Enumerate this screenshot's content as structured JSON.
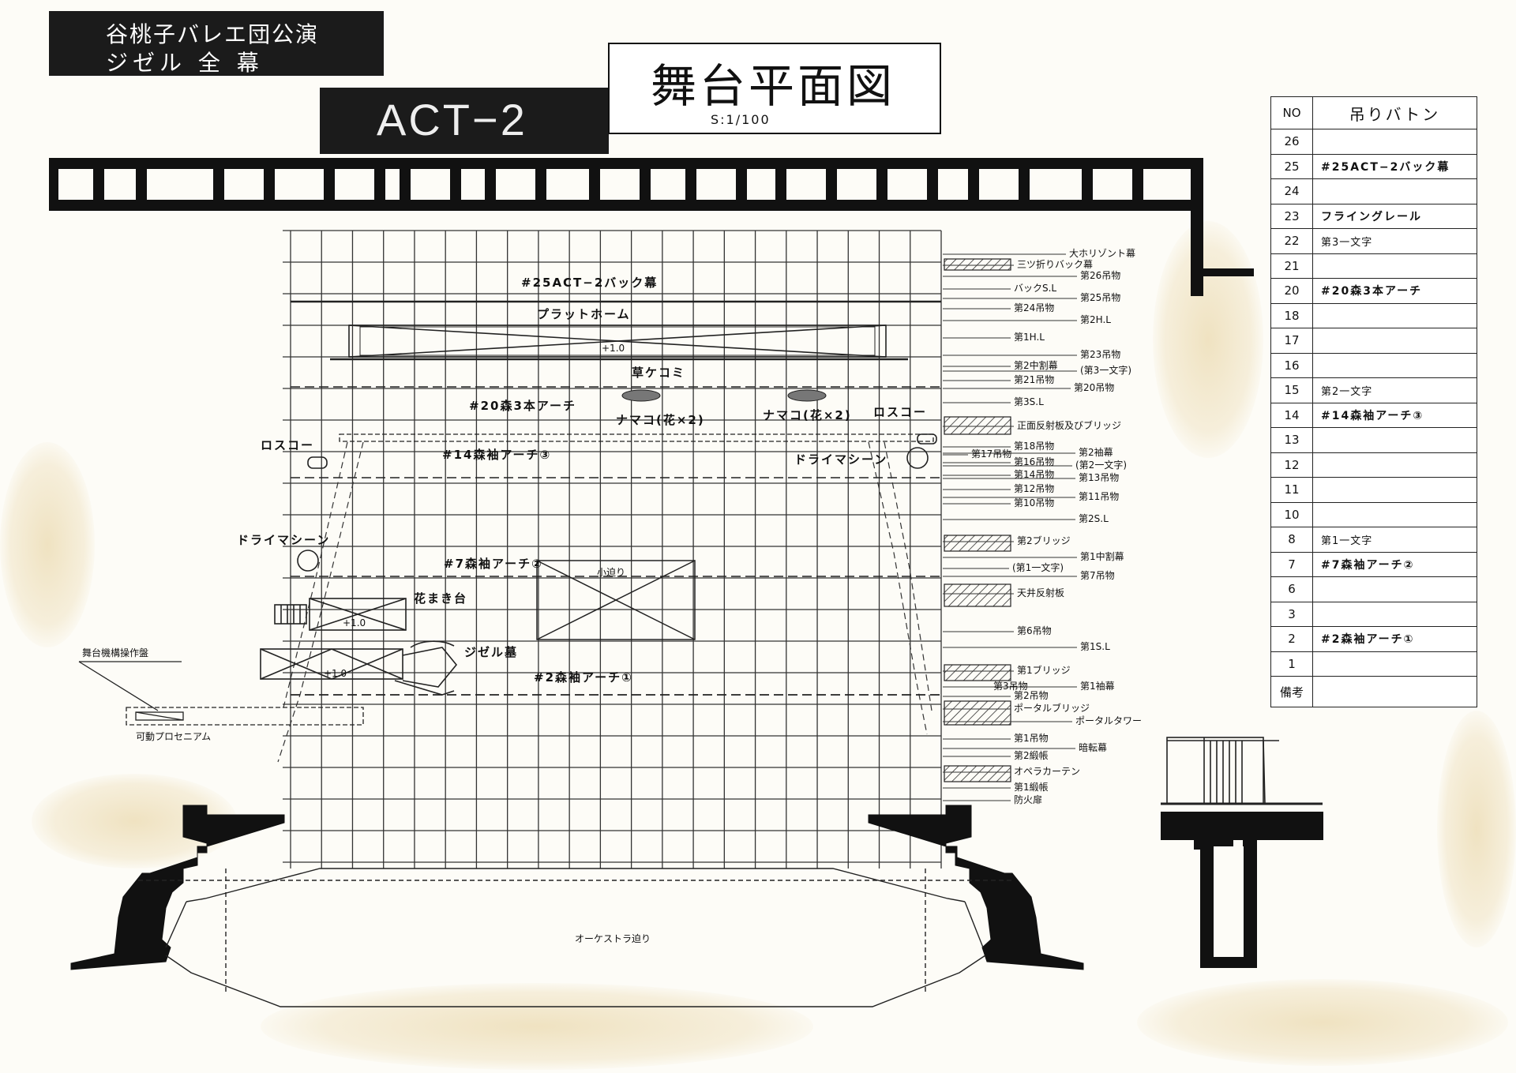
{
  "header": {
    "company_line1": "谷桃子バレエ団公演",
    "company_line2": "ジゼル 全 幕",
    "act": "ACT−2",
    "plan_title": "舞台平面図",
    "scale": "S:1/100"
  },
  "stage_labels": {
    "back_drop_25": "#25ACT−2バック幕",
    "platform": "プラットホーム",
    "grass": "草ケコミ",
    "forest_arch_20": "#20森3本アーチ",
    "namako_left": "ナマコ(花×2)",
    "namako_right": "ナマコ(花×2)",
    "rosco_left": "ロスコー",
    "rosco_right": "ロスコー",
    "forest_sleeve_14": "#14森袖アーチ③",
    "dry_ice_left": "ドライマシーン",
    "dry_ice_right": "ドライマシーン",
    "forest_sleeve_7": "#7森袖アーチ②",
    "small_lift": "小迫り",
    "flower_stand": "花まき台",
    "giselle_grave": "ジゼル墓",
    "forest_sleeve_2": "#2森袖アーチ①",
    "stage_panel": "舞台機構操作盤",
    "movable_proscenium": "可動プロセニアム",
    "orchestra_lift": "オーケストラ迫り",
    "mark_plus_a": "+1.0",
    "mark_plus_b": "+1.0",
    "mark_plus_c": "+1.0"
  },
  "side_labels": [
    "大ホリゾント幕",
    "三ツ折りバック幕",
    "第26吊物",
    "バックS.L",
    "第25吊物",
    "第24吊物",
    "第2H.L",
    "第1H.L",
    "第23吊物",
    "第2中割幕",
    "(第3一文字)",
    "第21吊物",
    "第20吊物",
    "第3S.L",
    "正面反射板及びブリッジ",
    "第18吊物",
    "第17吊物",
    "第16吊物",
    "第2袖幕",
    "(第2一文字)",
    "第14吊物",
    "第13吊物",
    "第12吊物",
    "第11吊物",
    "第10吊物",
    "第2S.L",
    "第2ブリッジ",
    "第1中割幕",
    "(第1一文字)",
    "第7吊物",
    "天井反射板",
    "第6吊物",
    "第1S.L",
    "第1ブリッジ",
    "第3吊物",
    "第1袖幕",
    "第2吊物",
    "ポータルブリッジ",
    "ポータルタワー",
    "第1吊物",
    "暗転幕",
    "第2緞帳",
    "オペラカーテン",
    "第1緞帳",
    "防火扉"
  ],
  "batten_table": {
    "header_no": "NO",
    "header_title": "吊りバトン",
    "rows": [
      {
        "no": "26",
        "value": ""
      },
      {
        "no": "25",
        "value": "#25ACT−2バック幕"
      },
      {
        "no": "24",
        "value": ""
      },
      {
        "no": "23",
        "value": "フライングレール"
      },
      {
        "no": "22",
        "value": "第3一文字"
      },
      {
        "no": "21",
        "value": ""
      },
      {
        "no": "20",
        "value": "#20森3本アーチ"
      },
      {
        "no": "18",
        "value": ""
      },
      {
        "no": "17",
        "value": ""
      },
      {
        "no": "16",
        "value": ""
      },
      {
        "no": "15",
        "value": "第2一文字"
      },
      {
        "no": "14",
        "value": "#14森袖アーチ③"
      },
      {
        "no": "13",
        "value": ""
      },
      {
        "no": "12",
        "value": ""
      },
      {
        "no": "11",
        "value": ""
      },
      {
        "no": "10",
        "value": ""
      },
      {
        "no": "8",
        "value": "第1一文字"
      },
      {
        "no": "7",
        "value": "#7森袖アーチ②"
      },
      {
        "no": "6",
        "value": ""
      },
      {
        "no": "3",
        "value": ""
      },
      {
        "no": "2",
        "value": "#2森袖アーチ①"
      },
      {
        "no": "1",
        "value": ""
      }
    ],
    "remark_label": "備考",
    "remark_value": ""
  }
}
